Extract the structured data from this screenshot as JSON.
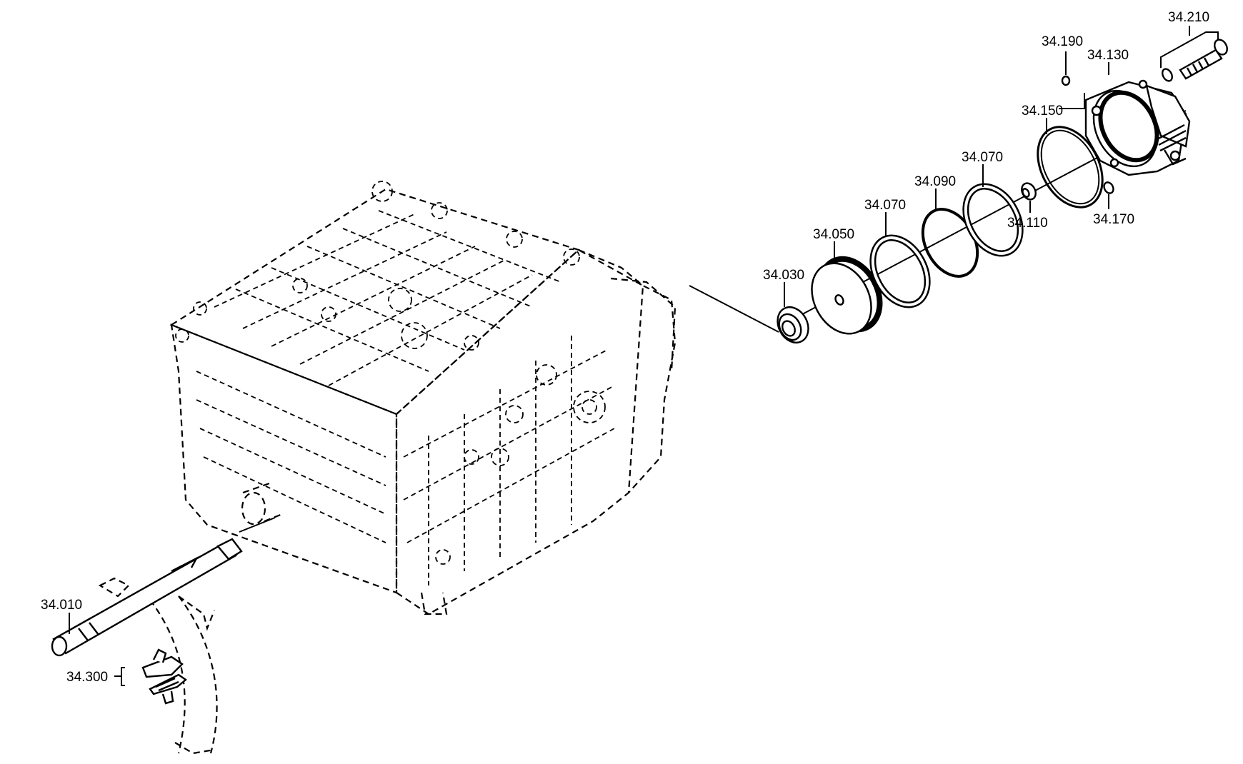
{
  "diagram": {
    "parts": [
      {
        "id": "p34010",
        "number": "34.010",
        "name": "shift-rod"
      },
      {
        "id": "p34030",
        "number": "34.030",
        "name": "seal"
      },
      {
        "id": "p34050",
        "number": "34.050",
        "name": "piston"
      },
      {
        "id": "p34070a",
        "number": "34.070",
        "name": "ring"
      },
      {
        "id": "p34090",
        "number": "34.090",
        "name": "ring"
      },
      {
        "id": "p34070b",
        "number": "34.070",
        "name": "ring"
      },
      {
        "id": "p34110",
        "number": "34.110",
        "name": "nut"
      },
      {
        "id": "p34150",
        "number": "34.150",
        "name": "o-ring"
      },
      {
        "id": "p34130",
        "number": "34.130",
        "name": "cylinder-cover"
      },
      {
        "id": "p34190",
        "number": "34.190",
        "name": "o-ring-small"
      },
      {
        "id": "p34170",
        "number": "34.170",
        "name": "o-ring-small"
      },
      {
        "id": "p34210",
        "number": "34.210",
        "name": "screw"
      },
      {
        "id": "p34300",
        "number": "34.300",
        "name": "shift-fork-pads"
      }
    ]
  }
}
